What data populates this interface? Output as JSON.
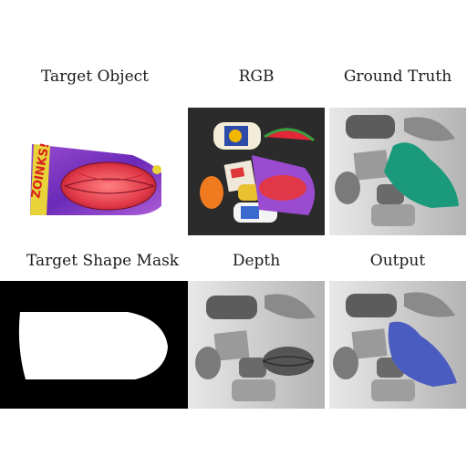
{
  "figure": {
    "panels": [
      {
        "id": "target_object",
        "label": "Target Object"
      },
      {
        "id": "rgb",
        "label": "RGB"
      },
      {
        "id": "ground_truth",
        "label": "Ground Truth"
      },
      {
        "id": "target_shape_mask",
        "label": "Target Shape Mask"
      },
      {
        "id": "depth",
        "label": "Depth"
      },
      {
        "id": "output",
        "label": "Output"
      }
    ],
    "colors": {
      "ground_truth_mask": "#1a9a7a",
      "output_mask": "#4a5cc0",
      "shape_mask": "#ffffff",
      "mask_background": "#000000"
    }
  }
}
